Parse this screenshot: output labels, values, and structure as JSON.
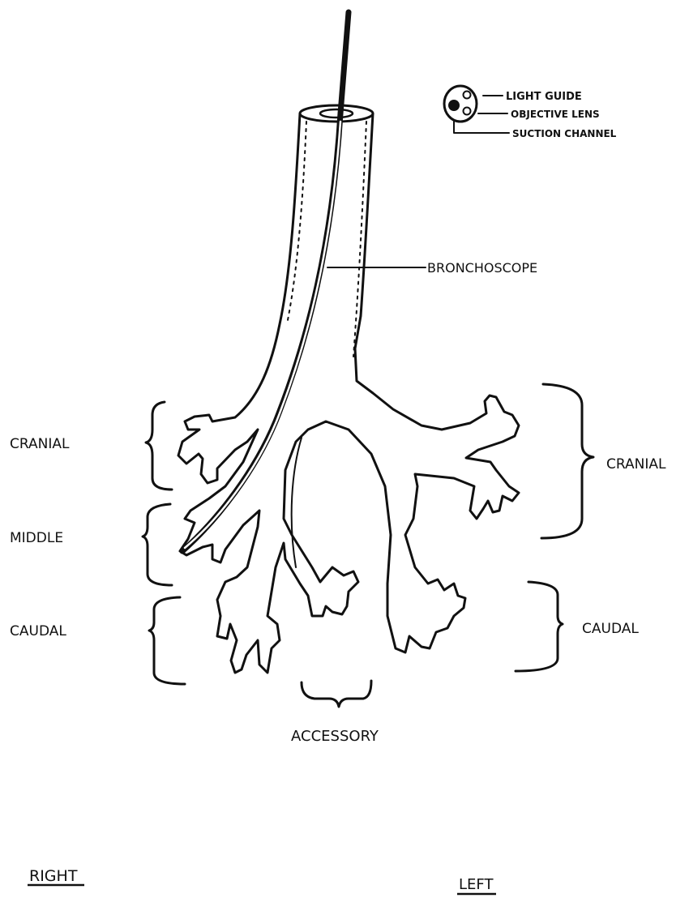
{
  "labels": {
    "light_guide": "LIGHT GUIDE",
    "objective_lens": "OBJECTIVE LENS",
    "suction_channel": "SUCTION CHANNEL",
    "bronchoscope": "BRONCHOSCOPE",
    "right_cranial": "CRANIAL",
    "right_middle": "MIDDLE",
    "right_caudal": "CAUDAL",
    "left_cranial": "CRANIAL",
    "left_caudal": "CAUDAL",
    "accessory": "ACCESSORY",
    "right": "RIGHT",
    "left": "LEFT"
  },
  "colors": {
    "ink": "#111111",
    "background": "#ffffff"
  }
}
